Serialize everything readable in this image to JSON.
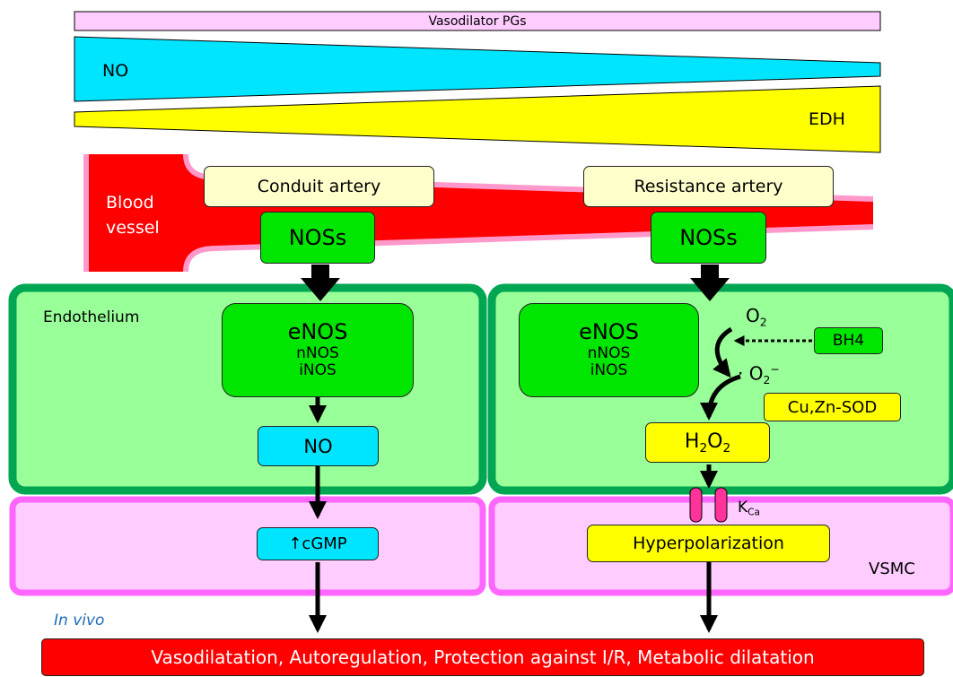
{
  "gradient": {
    "vasodilator_pgs": "Vasodilator PGs",
    "no": "NO",
    "edh": "EDH"
  },
  "vessel": {
    "label_line1": "Blood",
    "label_line2": "vessel",
    "conduit": "Conduit artery",
    "resistance": "Resistance artery",
    "noss_left": "NOSs",
    "noss_right": "NOSs"
  },
  "endothelium": {
    "label": "Endothelium",
    "left_enos": "eNOS",
    "left_nnos": "nNOS",
    "left_inos": "iNOS",
    "right_enos": "eNOS",
    "right_nnos": "nNOS",
    "right_inos": "iNOS",
    "no_box": "NO",
    "o2": "O",
    "o2_sub": "2",
    "bh4": "BH4",
    "superoxide_dot": "·",
    "superoxide": "O",
    "superoxide_sub": "2",
    "superoxide_sup": "−",
    "sod": "Cu,Zn-SOD",
    "h2o2_h": "H",
    "h2o2_sub1": "2",
    "h2o2_o": "O",
    "h2o2_sub2": "2"
  },
  "vsmc": {
    "label": "VSMC",
    "cgmp": "↑cGMP",
    "kca": "K",
    "kca_sub": "Ca",
    "hyperpolarization": "Hyperpolarization"
  },
  "in_vivo": "In vivo",
  "outcome": "Vasodilatation, Autoregulation, Protection against I/R, Metabolic dilatation",
  "colors": {
    "cyan": "#00e5ff",
    "yellow": "#ffff00",
    "pink_light": "#ffccff",
    "pink_border": "#ff66ff",
    "green_light": "#99ff99",
    "green_border": "#00a651",
    "green_box": "#00e600",
    "red": "#ff0000",
    "cream": "#ffffcc"
  }
}
